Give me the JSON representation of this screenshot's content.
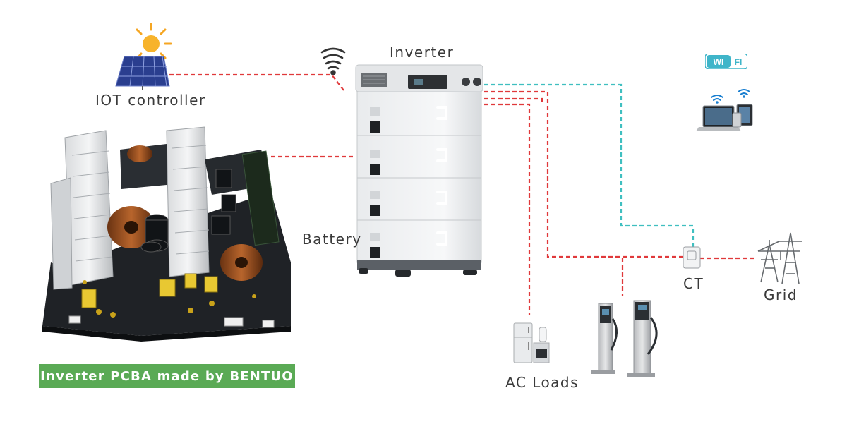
{
  "labels": {
    "iot_controller": "IOT controller",
    "inverter": "Inverter",
    "battery": "Battery",
    "ac_loads": "AC Loads",
    "ct": "CT",
    "grid": "Grid"
  },
  "badge": {
    "text": "Inverter PCBA made by BENTUO"
  },
  "wifi_logo": {
    "left": "WI",
    "right": "FI"
  },
  "colors": {
    "power_line": "#e0393b",
    "data_line": "#3fbfc0",
    "badge": "#5aaa55",
    "text": "#3a3a3a"
  }
}
